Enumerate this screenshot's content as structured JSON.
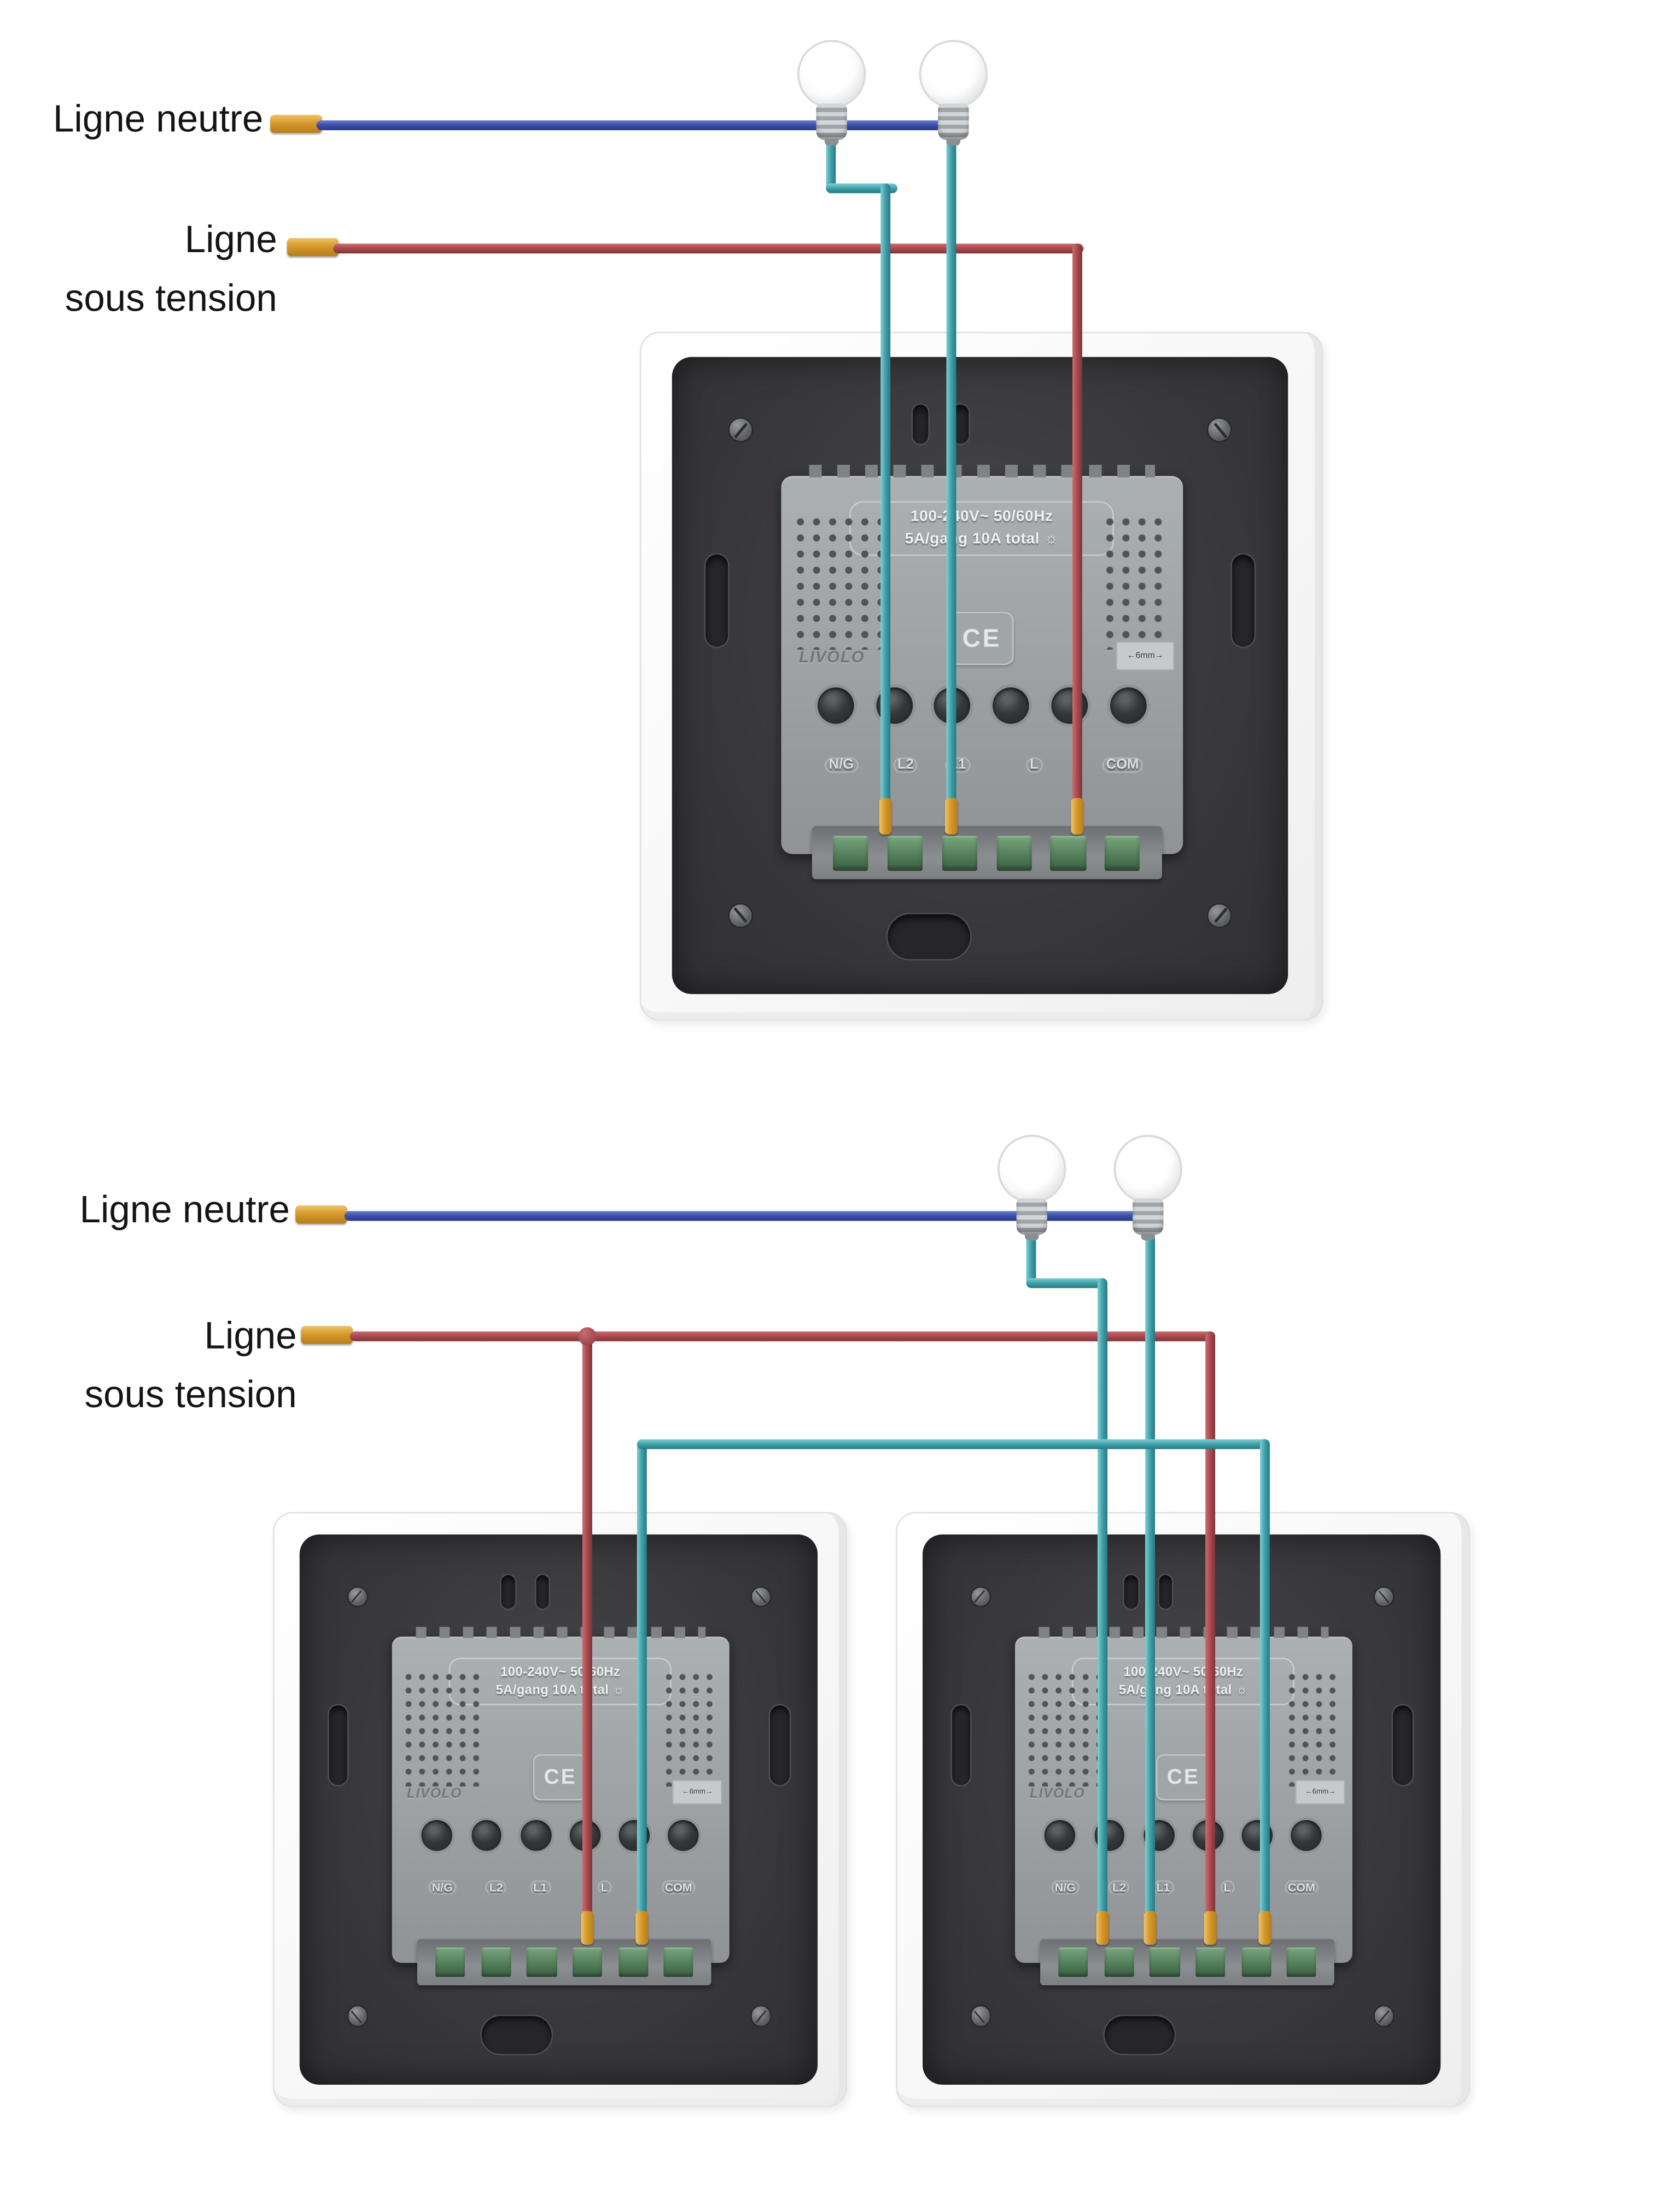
{
  "top_diagram": {
    "neutral_label": "Ligne neutre",
    "live_label_line1": "Ligne",
    "live_label_line2": "sous tension"
  },
  "bottom_diagram": {
    "neutral_label": "Ligne neutre",
    "live_label_line1": "Ligne",
    "live_label_line2": "sous tension"
  },
  "panel": {
    "brand": "LIVOLO",
    "ce_mark": "CE",
    "rating_line1": "100-240V~ 50/60Hz",
    "rating_line2": "5A/gang 10A total",
    "rating_icon": "☼",
    "strip_label": "←6mm→",
    "terminals": [
      "N/G",
      "L2",
      "L1",
      "L",
      "COM"
    ]
  },
  "colors": {
    "neutral_wire": "#3b4ea8",
    "live_wire": "#a8494f",
    "lamp_wire": "#3f9fa8",
    "wire_tip": "#d59a2b"
  }
}
